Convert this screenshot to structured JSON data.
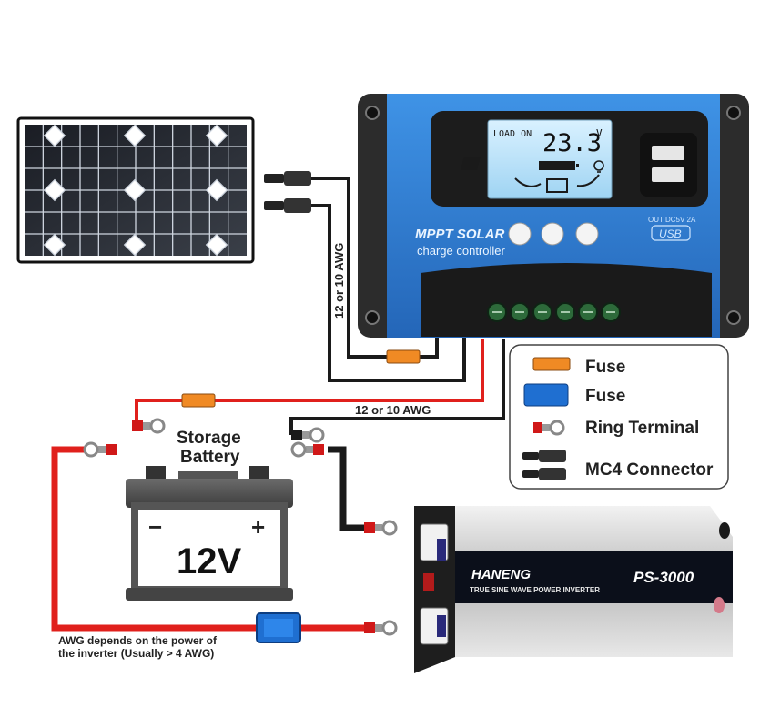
{
  "controller": {
    "lcd_status": "LOAD ON",
    "lcd_reading": "23.3",
    "lcd_unit": "V",
    "brand_line1": "MPPT SOLAR",
    "brand_line2": "charge controller",
    "usb_rating": "OUT DC5V 2A",
    "usb_label": "USB"
  },
  "wires": {
    "panel_gauge": "12 or 10 AWG",
    "battery_gauge": "12 or 10 AWG",
    "inverter_note_line1": "AWG depends on the power of",
    "inverter_note_line2": "the inverter (Usually > 4 AWG)"
  },
  "battery": {
    "title_line1": "Storage",
    "title_line2": "Battery",
    "minus": "−",
    "plus": "+",
    "voltage": "12V"
  },
  "inverter": {
    "brand": "HANENG",
    "model": "PS-3000",
    "subtitle": "TRUE SINE WAVE POWER INVERTER"
  },
  "legend": {
    "items": [
      {
        "label": "Fuse",
        "icon": "orange-fuse-icon"
      },
      {
        "label": "Fuse",
        "icon": "blue-fuse-icon"
      },
      {
        "label": "Ring Terminal",
        "icon": "ring-terminal-icon"
      },
      {
        "label": "MC4 Connector",
        "icon": "mc4-connector-icon"
      }
    ]
  },
  "colors": {
    "positive_wire": "#e0201c",
    "negative_wire": "#1a1a1a",
    "controller_blue": "#2f7fd6",
    "orange_fuse": "#f08a24",
    "blue_fuse": "#1f6fd1"
  }
}
